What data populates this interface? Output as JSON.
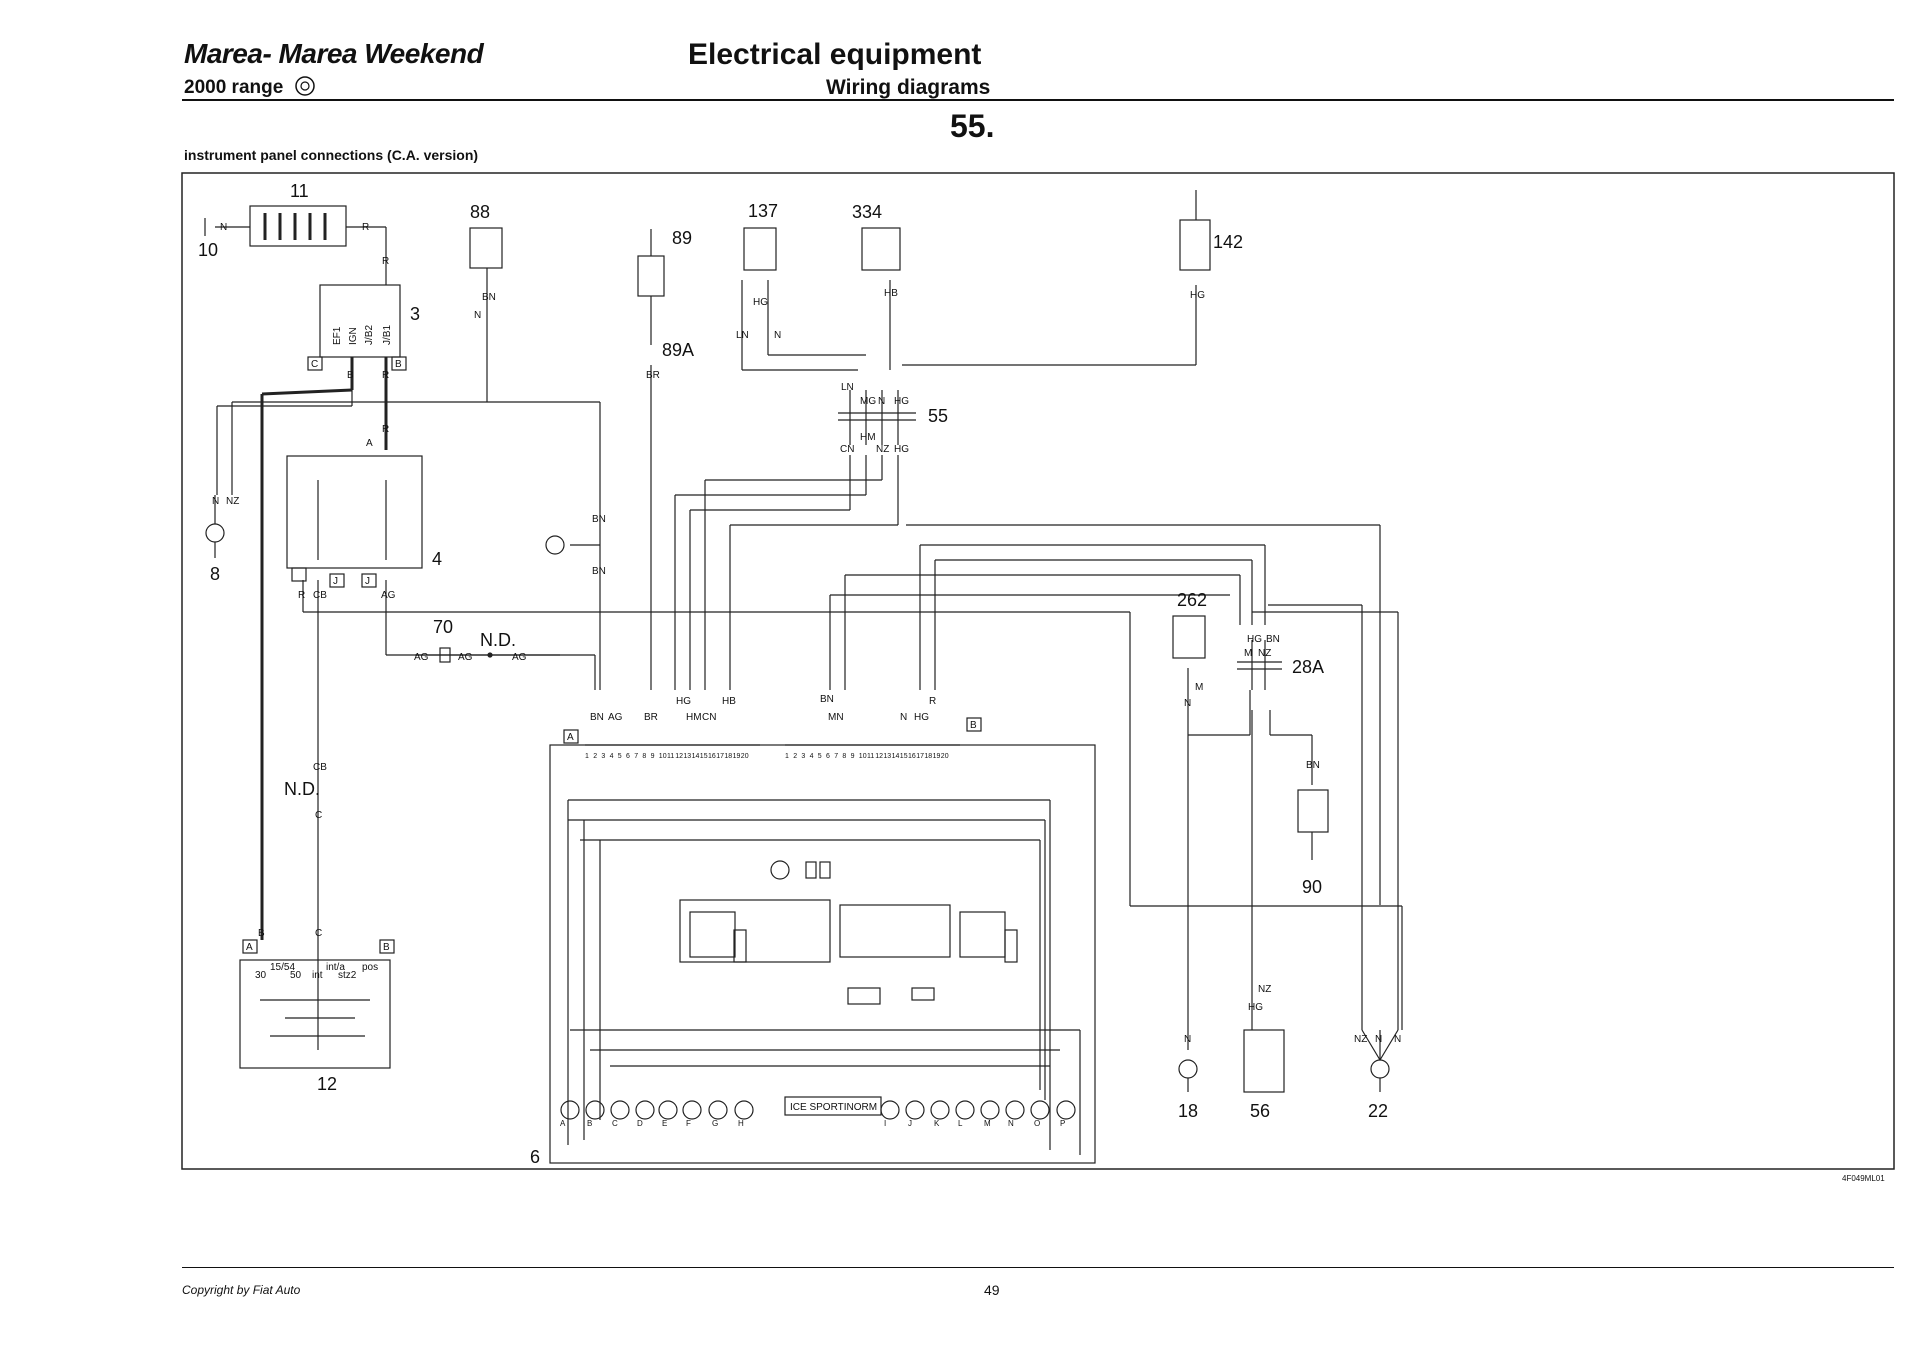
{
  "header": {
    "model_title": "Marea- Marea Weekend",
    "range_label": "2000 range",
    "section_title": "Electrical equipment",
    "subsection_title": "Wiring diagrams",
    "page_number": "55."
  },
  "caption": "instrument panel connections (C.A. version)",
  "diagram": {
    "components": {
      "c3": "3",
      "c4": "4",
      "c6": "6",
      "c8": "8",
      "c10": "10",
      "c11": "11",
      "c12": "12",
      "c18": "18",
      "c22": "22",
      "c28a": "28A",
      "c55": "55",
      "c56": "56",
      "c70": "70",
      "c88": "88",
      "c89": "89",
      "c89a": "89A",
      "c90": "90",
      "c137": "137",
      "c142": "142",
      "c262": "262",
      "c334": "334"
    },
    "fuse_labels": [
      "EF1",
      "IGN",
      "J/B2",
      "J/B1"
    ],
    "wire_colors": {
      "N": "N",
      "R": "R",
      "NZ": "NZ",
      "BN": "BN",
      "B": "B",
      "CB": "CB",
      "AG": "AG",
      "BR": "BR",
      "HG": "HG",
      "HB": "HB",
      "LN": "LN",
      "MG": "MG",
      "HM": "HM",
      "CN": "CN",
      "M": "M",
      "C": "C",
      "MN": "MN"
    },
    "nd_label": "N.D.",
    "connector_A": "A",
    "connector_B": "B",
    "connector_C": "C",
    "connector_J": "J",
    "pins": [
      "1",
      "2",
      "3",
      "4",
      "5",
      "6",
      "7",
      "8",
      "9",
      "10",
      "11",
      "12",
      "13",
      "14",
      "15",
      "16",
      "17",
      "18",
      "19",
      "20"
    ],
    "switch_labels": [
      "30",
      "15/54",
      "50",
      "int",
      "int/a",
      "stz2",
      "pos"
    ],
    "warning_letters": [
      "A",
      "B",
      "C",
      "D",
      "E",
      "F",
      "G",
      "H",
      "I",
      "J",
      "K",
      "L",
      "M",
      "N",
      "O",
      "P"
    ],
    "display_text": "ICE SPORTINORM"
  },
  "footer": {
    "copyright": "Copyright by Fiat Auto",
    "page": "49",
    "ref_code": "4F049ML01"
  }
}
